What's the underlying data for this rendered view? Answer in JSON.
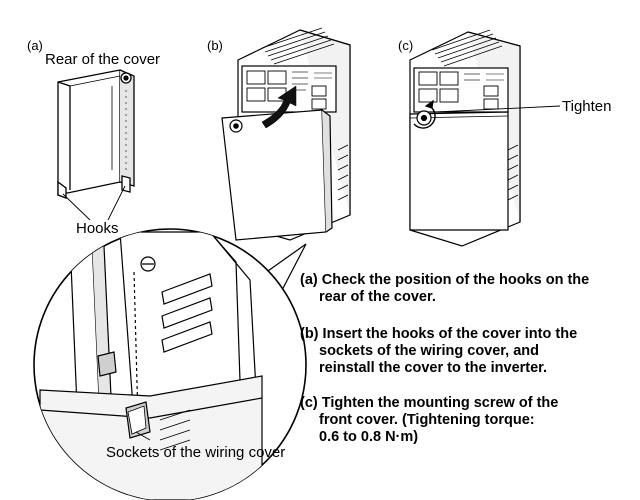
{
  "panels": {
    "a": {
      "tag": "(a)",
      "label": "Rear of the cover",
      "callout": "Hooks"
    },
    "b": {
      "tag": "(b)"
    },
    "c": {
      "tag": "(c)",
      "callout": "Tighten"
    }
  },
  "detail": {
    "callout": "Sockets of the wiring cover"
  },
  "steps": [
    {
      "lines": [
        "(a) Check the position of the hooks on the",
        "rear of the cover."
      ]
    },
    {
      "lines": [
        "(b) Insert the hooks of the cover into the",
        "sockets of the wiring cover, and",
        "reinstall the cover to the inverter."
      ]
    },
    {
      "lines": [
        "(c) Tighten the mounting screw of the",
        "front cover. (Tightening torque:",
        "0.6 to 0.8 N·m)"
      ]
    }
  ],
  "colors": {
    "line": "#000000",
    "panel_fill": "#e6e6e6",
    "arrow": "#111111"
  }
}
